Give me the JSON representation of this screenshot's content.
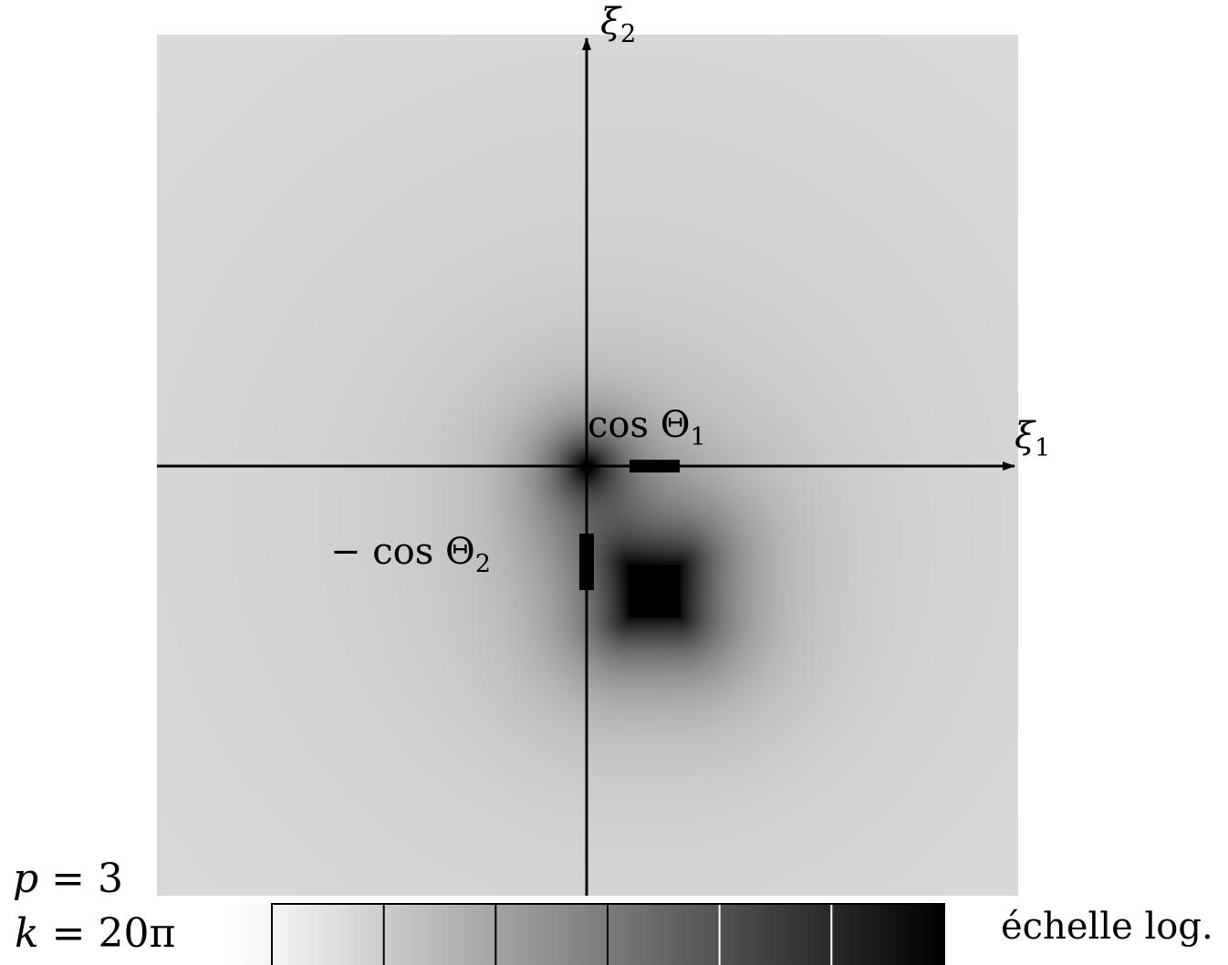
{
  "axes": {
    "x_label": "ξ",
    "x_label_sub": "1",
    "y_label": "ξ",
    "y_label_sub": "2"
  },
  "marks": {
    "cos_theta_1": {
      "text": "cos Θ",
      "sub": "1"
    },
    "minus_cos_theta_2": {
      "text": "− cos Θ",
      "sub": "2"
    }
  },
  "params": {
    "p_label": "p",
    "p_value": "= 3",
    "k_label": "k",
    "k_value": "= 20π"
  },
  "colorbar": {
    "label": "échelle log.",
    "segments": 6,
    "scale": "log"
  },
  "colors": {
    "background_light": "#e2e2e2",
    "dark": "#000000",
    "axis": "#000000"
  }
}
